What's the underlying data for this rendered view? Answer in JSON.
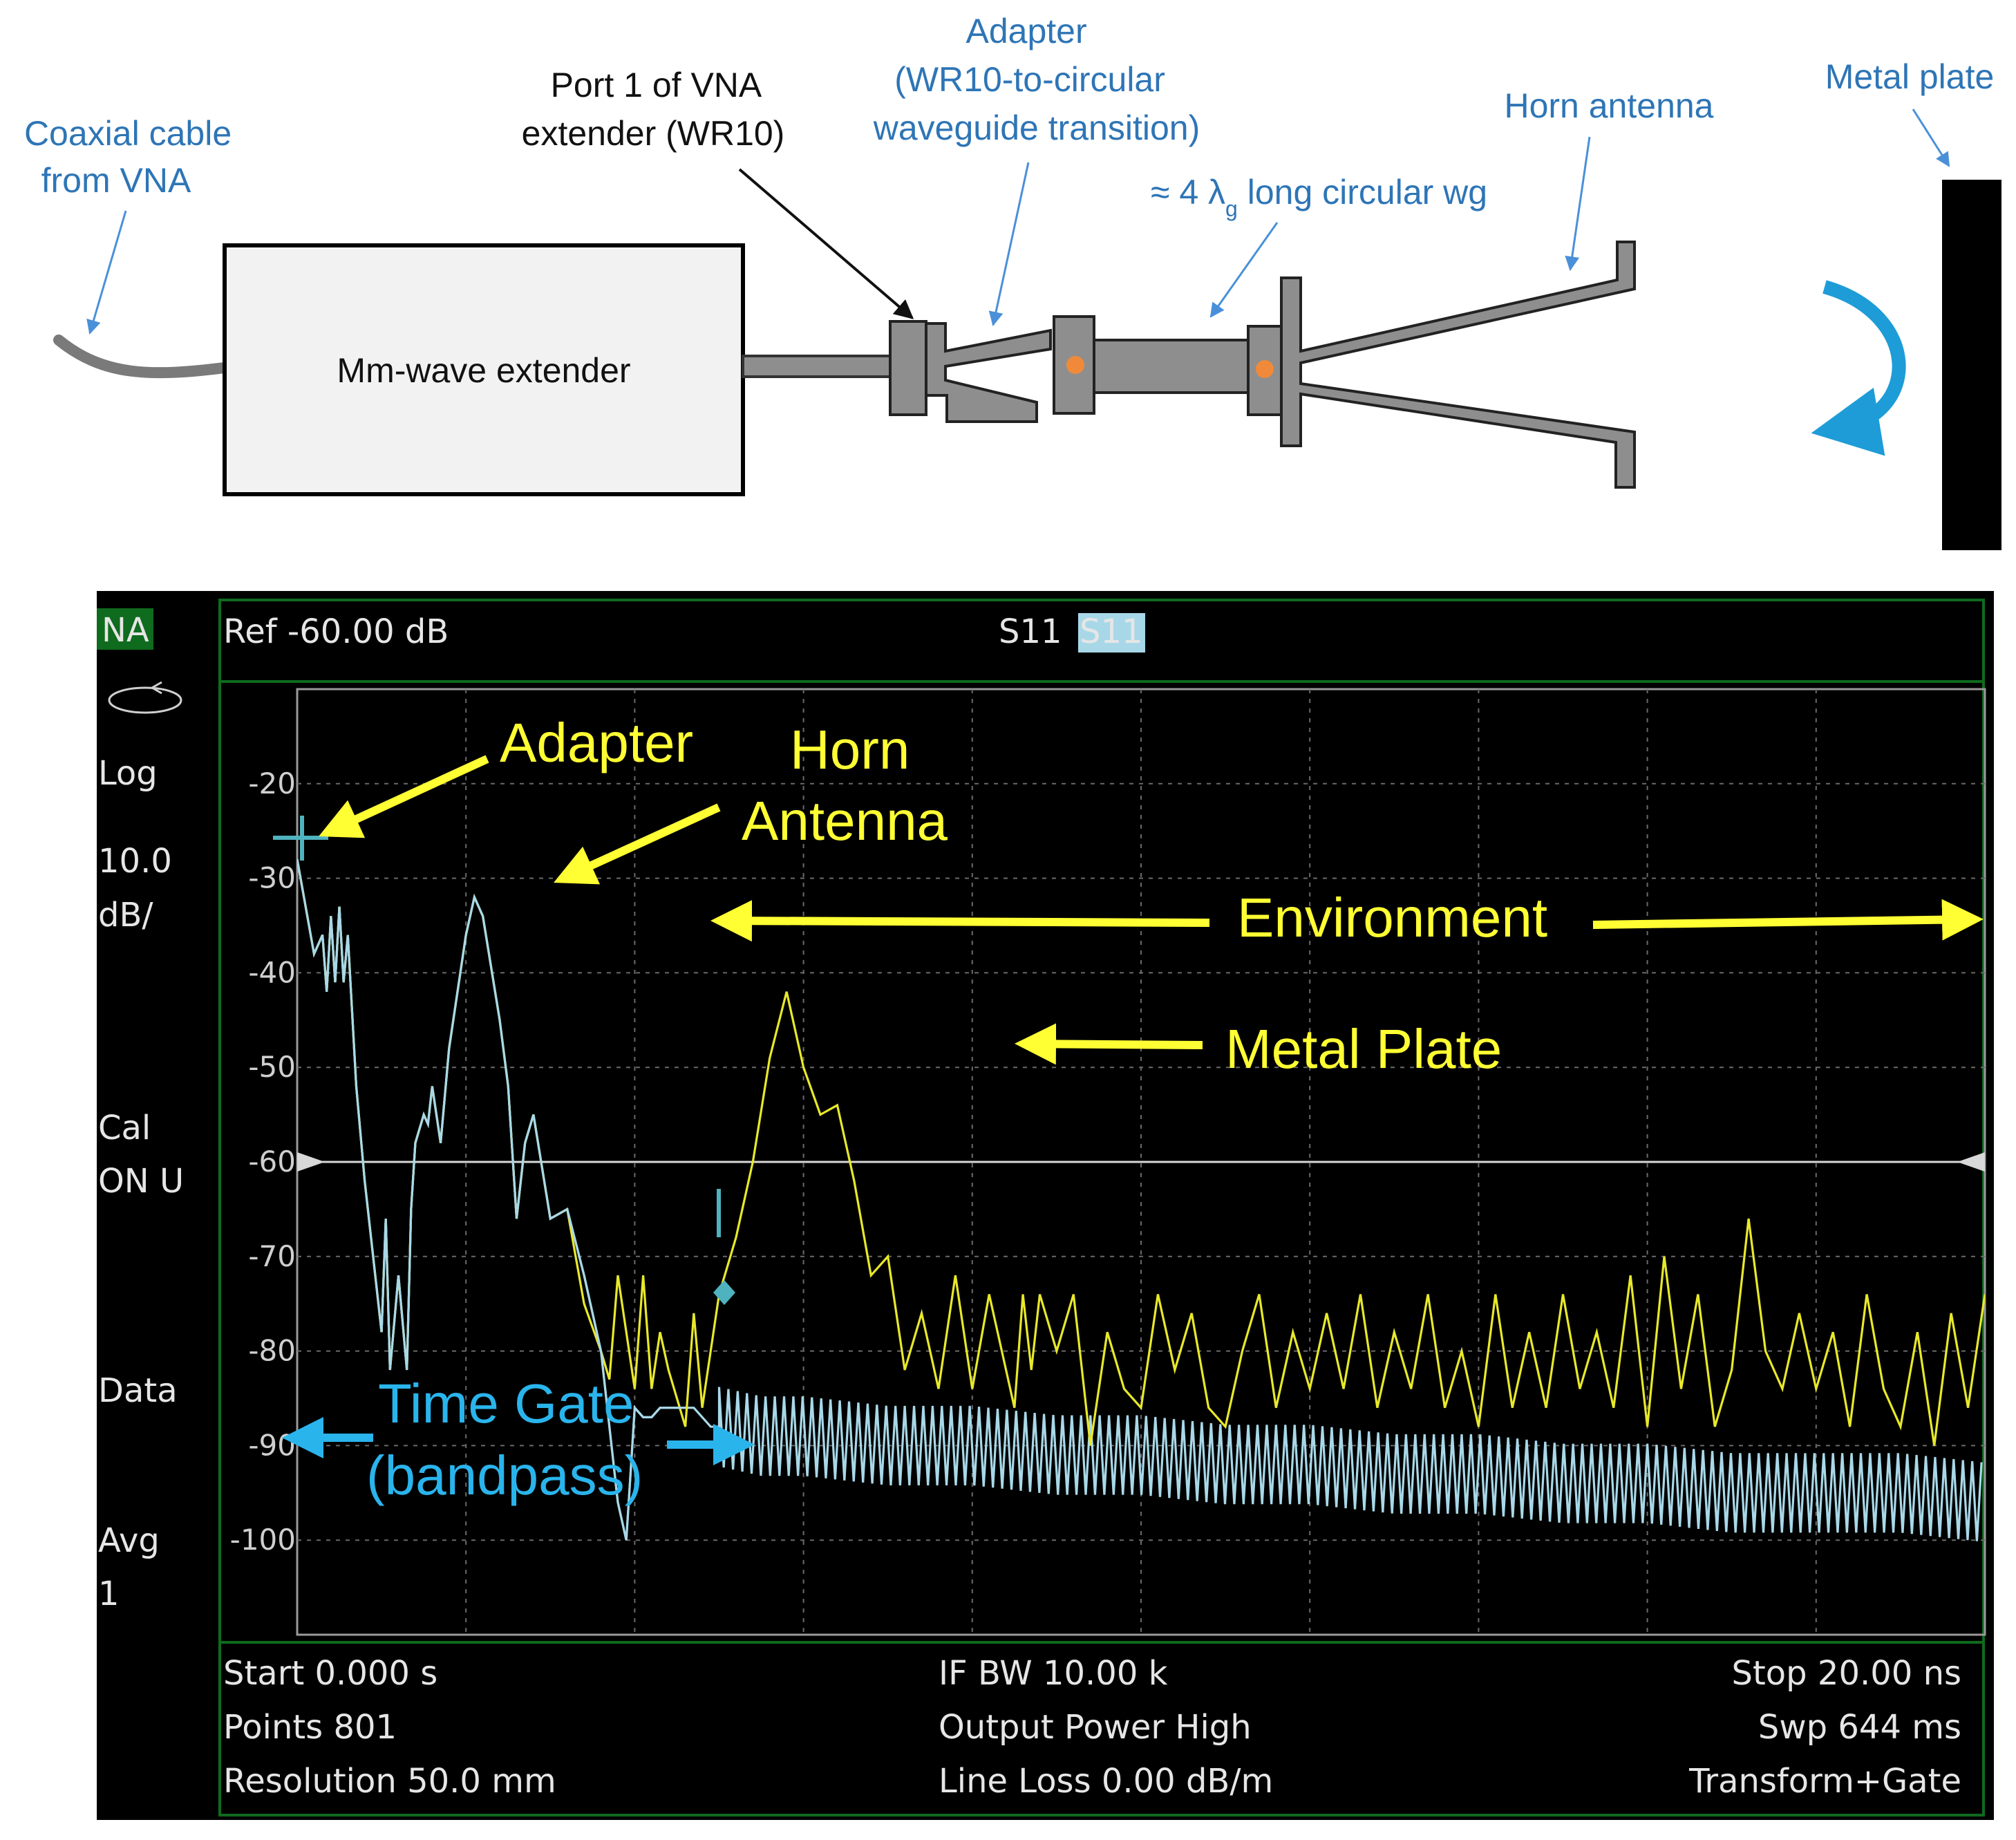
{
  "diagram": {
    "coax_label": [
      "Coaxial cable",
      "from VNA"
    ],
    "extender_label": "Mm-wave extender",
    "port_label": [
      "Port 1 of VNA",
      "extender (WR10)"
    ],
    "adapter_label": [
      "Adapter",
      "(WR10-to-circular",
      "waveguide transition)"
    ],
    "waveguide_label": "≈ 4 λ",
    "waveguide_sub": "g",
    "waveguide_suffix": " long circular wg",
    "horn_label": "Horn antenna",
    "plate_label": "Metal plate"
  },
  "vna": {
    "mode_badge": "NA",
    "ref": "Ref -60.00 dB",
    "trace1": "S11",
    "trace2": "S11",
    "side": {
      "format": "Log",
      "scale_value": "10.0",
      "scale_unit": "dB/",
      "cal1": "Cal",
      "cal2": "ON U",
      "data": "Data",
      "avg1": "Avg",
      "avg2": "1"
    },
    "footer": {
      "start": "Start 0.000 s",
      "points": "Points 801",
      "resolution": "Resolution 50.0 mm",
      "ifbw": "IF BW 10.00 k",
      "power": "Output Power High",
      "loss": "Line Loss 0.00  dB/m",
      "stop": "Stop 20.00 ns",
      "sweep": "Swp 644 ms",
      "transform": "Transform+Gate"
    },
    "annotations": {
      "adapter": "Adapter",
      "horn1": "Horn",
      "horn2": "Antenna",
      "environment": "Environment",
      "metal": "Metal Plate",
      "gate1": "Time Gate",
      "gate2": "(bandpass)"
    },
    "colors": {
      "ungated": "#E8E82A",
      "gated": "#A8D8E8",
      "annotation_yellow": "#FFFF33",
      "annotation_blue": "#2AB4EC"
    }
  },
  "chart_data": {
    "type": "line",
    "x_unit": "ns",
    "x_range": [
      0,
      20
    ],
    "ylim": [
      -110,
      -10
    ],
    "y_ticks": [
      -20,
      -30,
      -40,
      -50,
      -60,
      -70,
      -80,
      -90,
      -100
    ],
    "y_tick_labels": [
      "-20",
      "-30",
      "-40",
      "-50",
      "-60",
      "-70",
      "-80",
      "-90",
      "-100"
    ],
    "reference_line": -60,
    "series": [
      {
        "name": "S11",
        "x": [
          0.0,
          0.1,
          0.2,
          0.3,
          0.35,
          0.4,
          0.45,
          0.5,
          0.55,
          0.6,
          0.7,
          0.8,
          0.9,
          1.0,
          1.05,
          1.1,
          1.2,
          1.3,
          1.35,
          1.4,
          1.5,
          1.55,
          1.6,
          1.7,
          1.8,
          2.0,
          2.1,
          2.2,
          2.4,
          2.5,
          2.6,
          2.7,
          2.8,
          3.0,
          3.2,
          3.4,
          3.6,
          3.7,
          3.8,
          3.9,
          4.0,
          4.1,
          4.2,
          4.3,
          4.4,
          4.6,
          4.7,
          4.8,
          4.9,
          5.0,
          5.2,
          5.4,
          5.6,
          5.8,
          6.0,
          6.2,
          6.4,
          6.6,
          6.8,
          7.0,
          7.2,
          7.4,
          7.6,
          7.8,
          8.0,
          8.2,
          8.4,
          8.5,
          8.6,
          8.7,
          8.8,
          9.0,
          9.2,
          9.4,
          9.6,
          9.8,
          10.0,
          10.2,
          10.4,
          10.6,
          10.8,
          11.0,
          11.2,
          11.4,
          11.6,
          11.8,
          12.0,
          12.2,
          12.4,
          12.6,
          12.8,
          13.0,
          13.2,
          13.4,
          13.6,
          13.8,
          14.0,
          14.2,
          14.4,
          14.6,
          14.8,
          15.0,
          15.2,
          15.4,
          15.6,
          15.8,
          16.0,
          16.2,
          16.4,
          16.6,
          16.8,
          17.0,
          17.2,
          17.4,
          17.6,
          17.8,
          18.0,
          18.2,
          18.4,
          18.6,
          18.8,
          19.0,
          19.2,
          19.4,
          19.6,
          19.8,
          20.0
        ],
        "y": [
          -28,
          -33,
          -38,
          -36,
          -42,
          -34,
          -41,
          -33,
          -41,
          -36,
          -52,
          -62,
          -70,
          -78,
          -66,
          -82,
          -72,
          -82,
          -65,
          -58,
          -55,
          -56,
          -52,
          -58,
          -48,
          -36,
          -32,
          -34,
          -45,
          -52,
          -66,
          -58,
          -55,
          -66,
          -65,
          -75,
          -80,
          -83,
          -72,
          -78,
          -84,
          -72,
          -84,
          -78,
          -82,
          -88,
          -76,
          -86,
          -80,
          -74,
          -68,
          -60,
          -49,
          -42,
          -50,
          -55,
          -54,
          -62,
          -72,
          -70,
          -82,
          -76,
          -84,
          -72,
          -84,
          -74,
          -82,
          -86,
          -74,
          -82,
          -74,
          -80,
          -74,
          -90,
          -78,
          -84,
          -86,
          -74,
          -82,
          -76,
          -86,
          -88,
          -80,
          -74,
          -86,
          -78,
          -84,
          -76,
          -84,
          -74,
          -86,
          -78,
          -84,
          -74,
          -86,
          -80,
          -88,
          -74,
          -86,
          -78,
          -86,
          -74,
          -84,
          -78,
          -86,
          -72,
          -88,
          -70,
          -84,
          -74,
          -88,
          -82,
          -66,
          -80,
          -84,
          -76,
          -84,
          -78,
          -88,
          -74,
          -84,
          -88,
          -78,
          -90,
          -76,
          -86,
          -74
        ],
        "color": "#E8E82A"
      },
      {
        "name": "S11",
        "x": [
          0.0,
          0.1,
          0.2,
          0.3,
          0.35,
          0.4,
          0.45,
          0.5,
          0.55,
          0.6,
          0.7,
          0.8,
          0.9,
          1.0,
          1.05,
          1.1,
          1.2,
          1.3,
          1.35,
          1.4,
          1.5,
          1.55,
          1.6,
          1.7,
          1.8,
          2.0,
          2.1,
          2.2,
          2.4,
          2.5,
          2.6,
          2.7,
          2.8,
          3.0,
          3.2,
          3.4,
          3.6,
          3.7,
          3.8,
          3.9,
          4.0,
          4.1,
          4.2,
          4.3,
          4.4,
          4.6,
          4.7,
          4.8,
          4.9,
          5.0,
          5.5,
          6.0,
          7.0,
          8.0,
          9.0,
          10.0,
          11.0,
          12.0,
          13.0,
          14.0,
          15.0,
          16.0,
          17.0,
          18.0,
          19.0,
          20.0
        ],
        "y": [
          -28,
          -33,
          -38,
          -36,
          -42,
          -34,
          -41,
          -33,
          -41,
          -36,
          -52,
          -62,
          -70,
          -78,
          -66,
          -82,
          -72,
          -82,
          -65,
          -58,
          -55,
          -56,
          -52,
          -58,
          -48,
          -36,
          -32,
          -34,
          -45,
          -52,
          -66,
          -58,
          -55,
          -66,
          -65,
          -72,
          -80,
          -88,
          -96,
          -100,
          -86,
          -87,
          -87,
          -86,
          -86,
          -86,
          -86,
          -87,
          -88,
          -88,
          -89,
          -89,
          -90,
          -90,
          -91,
          -91,
          -92,
          -92,
          -93,
          -93,
          -94,
          -94,
          -95,
          -95,
          -95,
          -96
        ],
        "color": "#A8D8E8"
      }
    ]
  }
}
